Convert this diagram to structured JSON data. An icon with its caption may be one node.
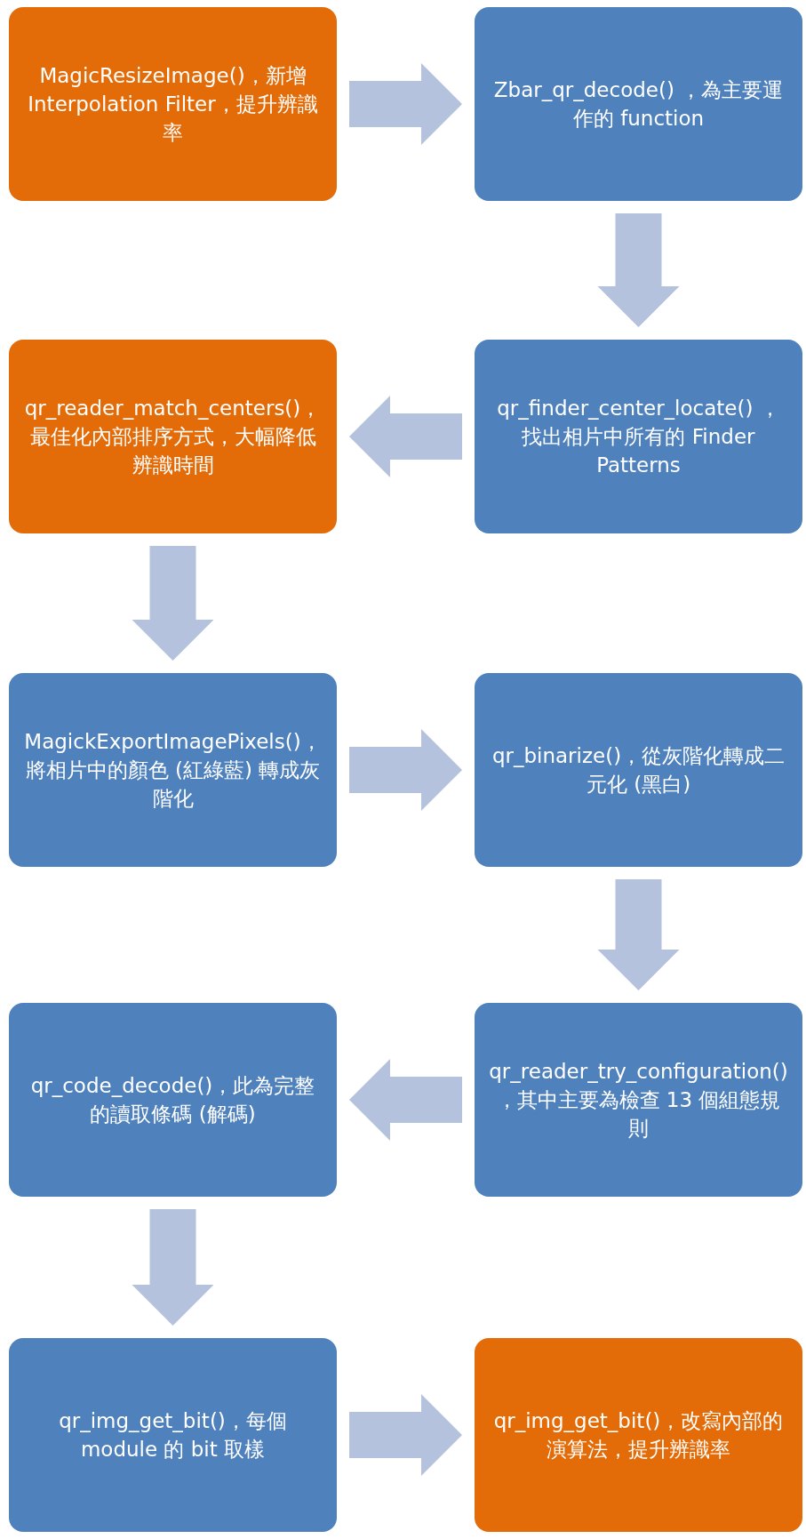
{
  "diagram": {
    "nodes": [
      {
        "text": [
          "MagicResizeImage()，新增Interpolation Filter，提升辨識率"
        ]
      },
      {
        "text": [
          "Zbar_qr_decode() ，為主要運作的 function"
        ]
      },
      {
        "text": [
          "qr_reader_match_centers()，最佳化內部排序方式，大幅降低辨識時間"
        ]
      },
      {
        "text": [
          "qr_finder_center_locate() ，找出相片中所有的 Finder Patterns"
        ]
      },
      {
        "text": [
          "MagickExportImagePixels()，將相片中的顏色 (紅綠藍) 轉成灰階化"
        ]
      },
      {
        "text": [
          "qr_binarize()，從灰階化轉成二元化 (黑白)"
        ]
      },
      {
        "text": [
          "qr_code_decode()，此為完整的讀取條碼 (解碼)"
        ]
      },
      {
        "text": [
          "qr_reader_try_configuration()，其中主要為檢查 13 個組態規則"
        ]
      },
      {
        "text": [
          "qr_img_get_bit()，每個 module 的 bit 取樣"
        ]
      },
      {
        "text": [
          "qr_img_get_bit()，改寫內部的演算法，提升辨識率"
        ]
      }
    ],
    "edges": [
      {
        "from": 0,
        "to": 1,
        "arrow": "to"
      },
      {
        "from": 1,
        "to": 3,
        "arrow": "to"
      },
      {
        "from": 3,
        "to": 2,
        "arrow": "to"
      },
      {
        "from": 2,
        "to": 4,
        "arrow": "to"
      },
      {
        "from": 4,
        "to": 5,
        "arrow": "to"
      },
      {
        "from": 5,
        "to": 7,
        "arrow": "to"
      },
      {
        "from": 7,
        "to": 6,
        "arrow": "to"
      },
      {
        "from": 6,
        "to": 8,
        "arrow": "to"
      },
      {
        "from": 8,
        "to": 9,
        "arrow": "to"
      }
    ]
  }
}
